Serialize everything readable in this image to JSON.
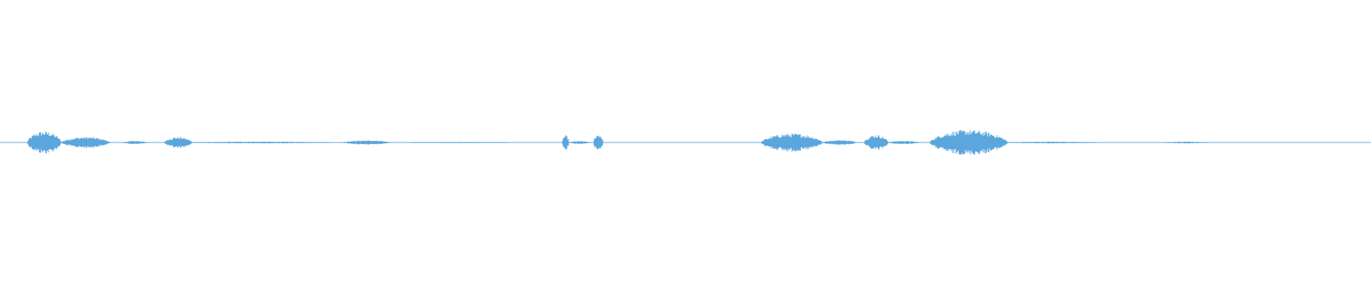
{
  "waveform": {
    "color": "#5aa6dd",
    "background": "#ffffff",
    "segments": [
      {
        "start": 0.02,
        "end": 0.045,
        "amplitude": 0.08
      },
      {
        "start": 0.045,
        "end": 0.08,
        "amplitude": 0.04
      },
      {
        "start": 0.09,
        "end": 0.107,
        "amplitude": 0.012
      },
      {
        "start": 0.12,
        "end": 0.14,
        "amplitude": 0.04
      },
      {
        "start": 0.14,
        "end": 0.24,
        "amplitude": 0.006
      },
      {
        "start": 0.25,
        "end": 0.285,
        "amplitude": 0.015
      },
      {
        "start": 0.3,
        "end": 0.37,
        "amplitude": 0.004
      },
      {
        "start": 0.41,
        "end": 0.415,
        "amplitude": 0.05
      },
      {
        "start": 0.415,
        "end": 0.43,
        "amplitude": 0.01
      },
      {
        "start": 0.433,
        "end": 0.44,
        "amplitude": 0.06
      },
      {
        "start": 0.555,
        "end": 0.6,
        "amplitude": 0.065
      },
      {
        "start": 0.6,
        "end": 0.625,
        "amplitude": 0.018
      },
      {
        "start": 0.63,
        "end": 0.648,
        "amplitude": 0.055
      },
      {
        "start": 0.648,
        "end": 0.67,
        "amplitude": 0.012
      },
      {
        "start": 0.678,
        "end": 0.735,
        "amplitude": 0.09
      },
      {
        "start": 0.735,
        "end": 0.8,
        "amplitude": 0.006
      },
      {
        "start": 0.85,
        "end": 0.88,
        "amplitude": 0.006
      }
    ]
  }
}
